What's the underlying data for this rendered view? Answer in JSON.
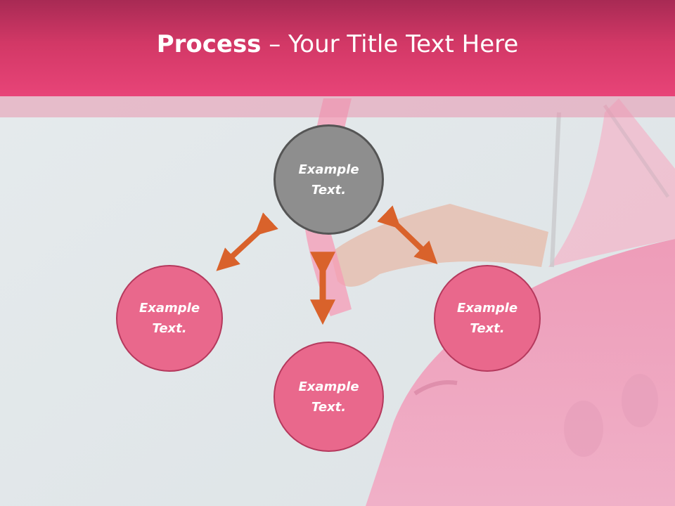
{
  "slide": {
    "title_bold": "Process",
    "title_rest": " – Your Title Text Here"
  },
  "nodes": {
    "top": {
      "line1": "Example",
      "line2": "Text."
    },
    "left": {
      "line1": "Example",
      "line2": "Text."
    },
    "bottom": {
      "line1": "Example",
      "line2": "Text."
    },
    "right": {
      "line1": "Example",
      "line2": "Text."
    }
  },
  "colors": {
    "header": "#e23f72",
    "node_fill": "#e9688c",
    "node_border": "#b5395d",
    "center_fill": "#8e8e8e",
    "arrow": "#d9622b"
  }
}
